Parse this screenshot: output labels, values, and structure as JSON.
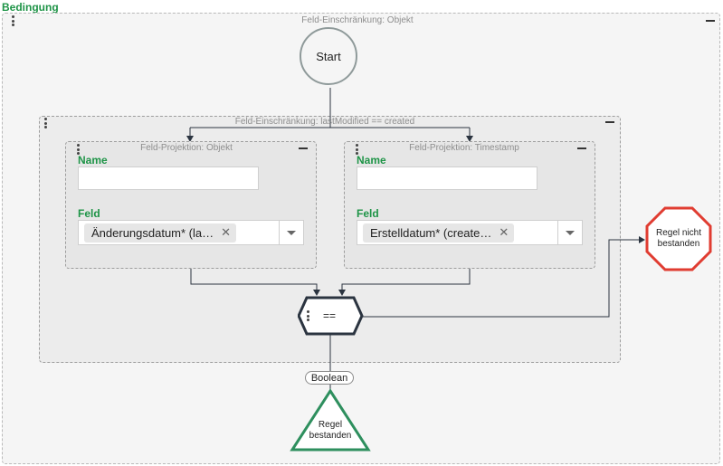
{
  "header": {
    "title": "Bedingung"
  },
  "outer": {
    "caption": "Feld-Einschränkung: Objekt"
  },
  "start_node": {
    "label": "Start"
  },
  "inner": {
    "caption": "Feld-Einschränkung: lastModified == created"
  },
  "projection_left": {
    "caption": "Feld-Projektion: Objekt",
    "name_label": "Name",
    "name_value": "",
    "field_label": "Feld",
    "field_value": "Änderungsdatum* (la…"
  },
  "projection_right": {
    "caption": "Feld-Projektion: Timestamp",
    "name_label": "Name",
    "name_value": "",
    "field_label": "Feld",
    "field_value": "Erstelldatum* (create…"
  },
  "operator": {
    "label": "=="
  },
  "fail_node": {
    "label_line1": "Regel nicht",
    "label_line2": "bestanden",
    "color": "#e03c31"
  },
  "result_type": {
    "label": "Boolean"
  },
  "pass_node": {
    "label_line1": "Regel",
    "label_line2": "bestanden",
    "color": "#2e8f5e"
  },
  "colors": {
    "accent": "#1e9447",
    "connector": "#2b3440"
  }
}
